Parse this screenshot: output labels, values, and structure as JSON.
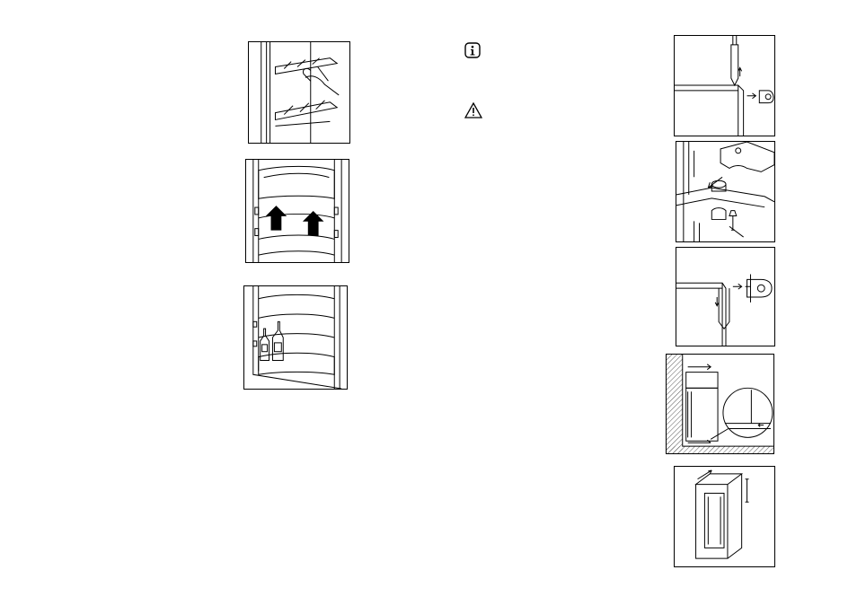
{
  "page": {
    "left_column": {
      "figures": [
        {
          "name": "shelf-adjustment-illustration",
          "icon": "shelf-hand-icon"
        },
        {
          "name": "door-balcony-removal-illustration",
          "icon": "arrow-up-icon"
        },
        {
          "name": "bottle-rack-illustration",
          "icon": "bottle-icon"
        }
      ]
    },
    "middle_column": {
      "notes": [
        {
          "name": "information-note",
          "icon": "info-icon"
        },
        {
          "name": "warning-note",
          "icon": "warning-icon"
        }
      ]
    },
    "right_column": {
      "figures": [
        {
          "name": "door-hinge-pin-removal-illustration",
          "icon": "hinge-pin-icon"
        },
        {
          "name": "hinge-bracket-illustration",
          "icon": "hinge-bracket-icon"
        },
        {
          "name": "door-hinge-pin-insertion-illustration",
          "icon": "hinge-pin-icon"
        },
        {
          "name": "installation-clearance-illustration",
          "icon": "clearance-icon"
        },
        {
          "name": "cabinet-niche-illustration",
          "icon": "cabinet-icon"
        }
      ]
    }
  },
  "colors": {
    "line": "#000000",
    "background": "#ffffff",
    "shade": "#555555"
  }
}
